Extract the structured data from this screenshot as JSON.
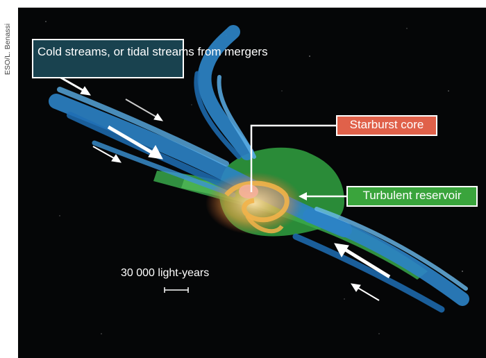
{
  "credit": "ESO/L. Benassi",
  "labels": {
    "cold_streams": "Cold streams, or tidal streams from mergers",
    "starburst_core": "Starburst core",
    "turbulent_reservoir": "Turbulent reservoir"
  },
  "scale_bar": {
    "text": "30 000 light-years"
  },
  "colors": {
    "background": "#050607",
    "streams_blue": "#2f86c8",
    "reservoir_green": "#35a040",
    "core_orange": "#e0614a",
    "label_navy": "#19424f"
  }
}
